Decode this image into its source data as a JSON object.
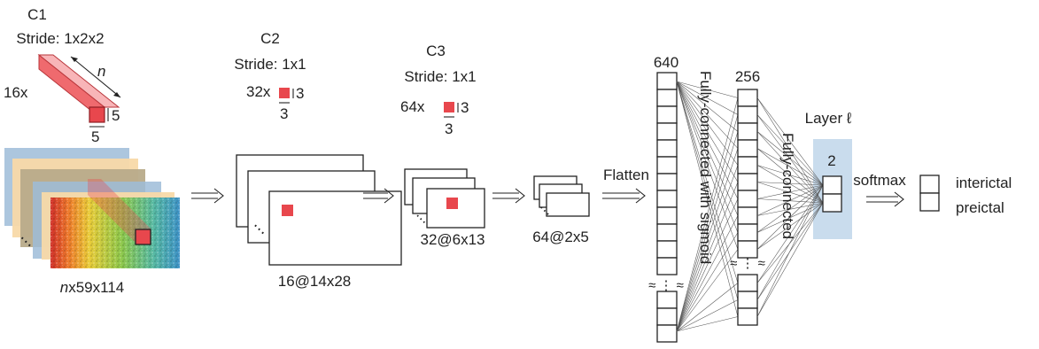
{
  "colors": {
    "kernel": "#e8474d",
    "kernel_light": "#f5a3a6",
    "blue_map": "#9dbcd8",
    "orange_map": "#f8d9a8",
    "brown_map": "#b8ab8a",
    "highlight": "#c9dced",
    "line": "#222222"
  },
  "c1": {
    "title": "C1",
    "stride": "Stride: 1x2x2",
    "count": "16x",
    "depth": "n",
    "kernel_h": "5",
    "kernel_w": "5",
    "input_n": "n",
    "input_size": "x59x114"
  },
  "c2": {
    "title": "C2",
    "stride": "Stride: 1x1",
    "count": "32x",
    "kernel_h": "3",
    "kernel_w": "3",
    "output": "16@14x28"
  },
  "c3": {
    "title": "C3",
    "stride": "Stride: 1x1",
    "count": "64x",
    "kernel_h": "3",
    "kernel_w": "3",
    "output": "32@6x13"
  },
  "maps3": {
    "output": "64@2x5"
  },
  "flatten": {
    "label": "Flatten",
    "size": "640",
    "approx": "≈ ⋮ ≈"
  },
  "fc1": {
    "label": "Fully-connected with sigmoid",
    "size": "256",
    "approx": "≈ ⋮ ≈"
  },
  "fc2": {
    "label": "Fully-connected"
  },
  "layer": {
    "title": "Layer ℓ",
    "size": "2"
  },
  "softmax": {
    "label": "softmax"
  },
  "classes": [
    "interictal",
    "preictal"
  ],
  "ellipsis": "⋯"
}
